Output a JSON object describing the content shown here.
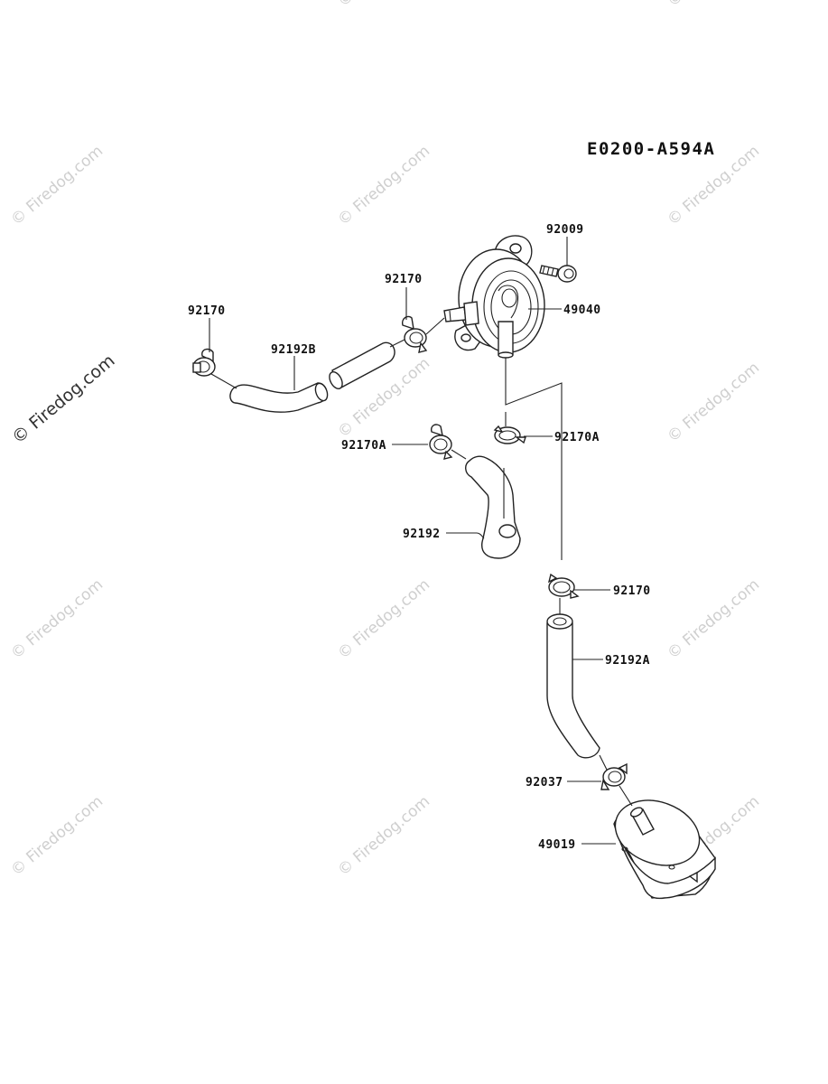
{
  "diagram": {
    "code": "E0200-A594A",
    "watermark": "© Firedog.com",
    "callouts": {
      "c92009": "92009",
      "c49040": "49040",
      "c92170_top": "92170",
      "c92170_left": "92170",
      "c92192B": "92192B",
      "c92170A_left": "92170A",
      "c92170A_right": "92170A",
      "c92192": "92192",
      "c92170_mid": "92170",
      "c92192A": "92192A",
      "c92037": "92037",
      "c49019": "49019"
    }
  }
}
